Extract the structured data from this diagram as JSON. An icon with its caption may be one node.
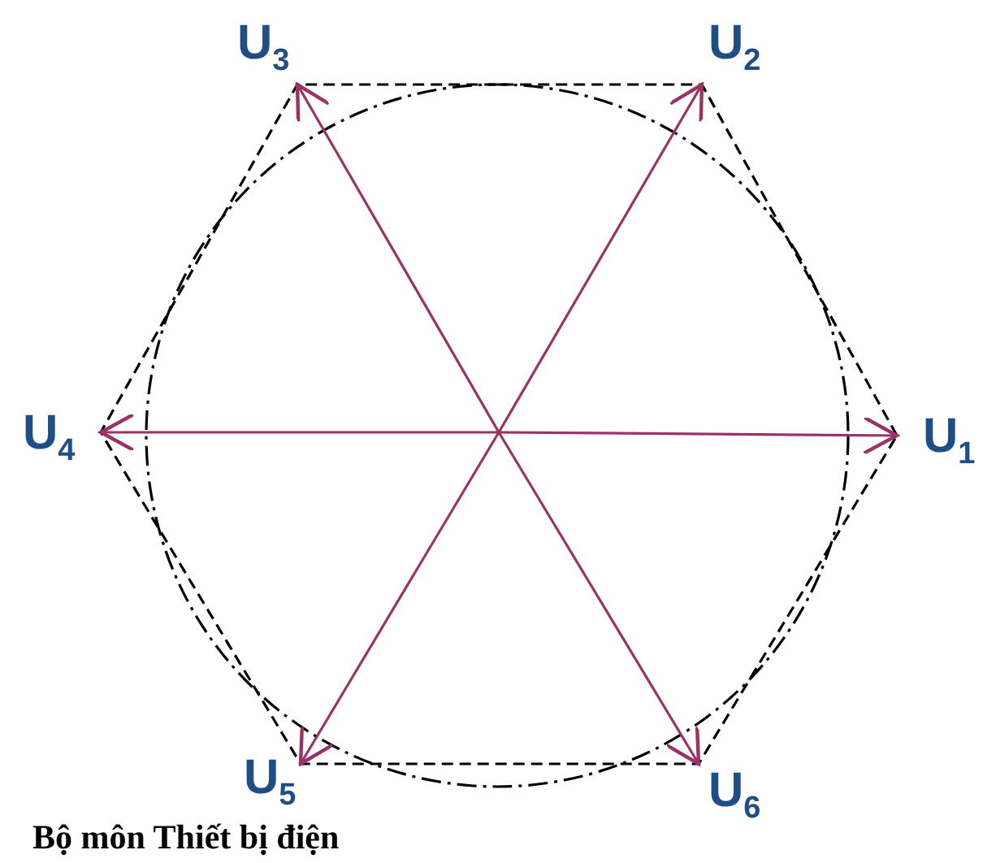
{
  "diagram": {
    "nodes": [
      {
        "text": [
          "U$_{3}$"
        ]
      },
      {
        "text": [
          "U$_{2}$"
        ]
      },
      {
        "text": [
          "U$_{4}$"
        ]
      },
      {
        "text": [
          "U$_{1}$"
        ]
      },
      {
        "text": [
          "U$_{5}$"
        ]
      },
      {
        "text": [
          "U$_{6}$"
        ]
      }
    ],
    "edges": [
      {
        "from": null,
        "to": 3,
        "arrow": "to"
      },
      {
        "from": null,
        "to": 1,
        "arrow": "to"
      },
      {
        "from": null,
        "to": 0,
        "arrow": "to"
      },
      {
        "from": null,
        "to": 2,
        "arrow": "to"
      },
      {
        "from": null,
        "to": 4,
        "arrow": "to"
      },
      {
        "from": null,
        "to": 5,
        "arrow": "to"
      }
    ],
    "labels": [
      "Bộ môn Thiết bị điện"
    ]
  }
}
